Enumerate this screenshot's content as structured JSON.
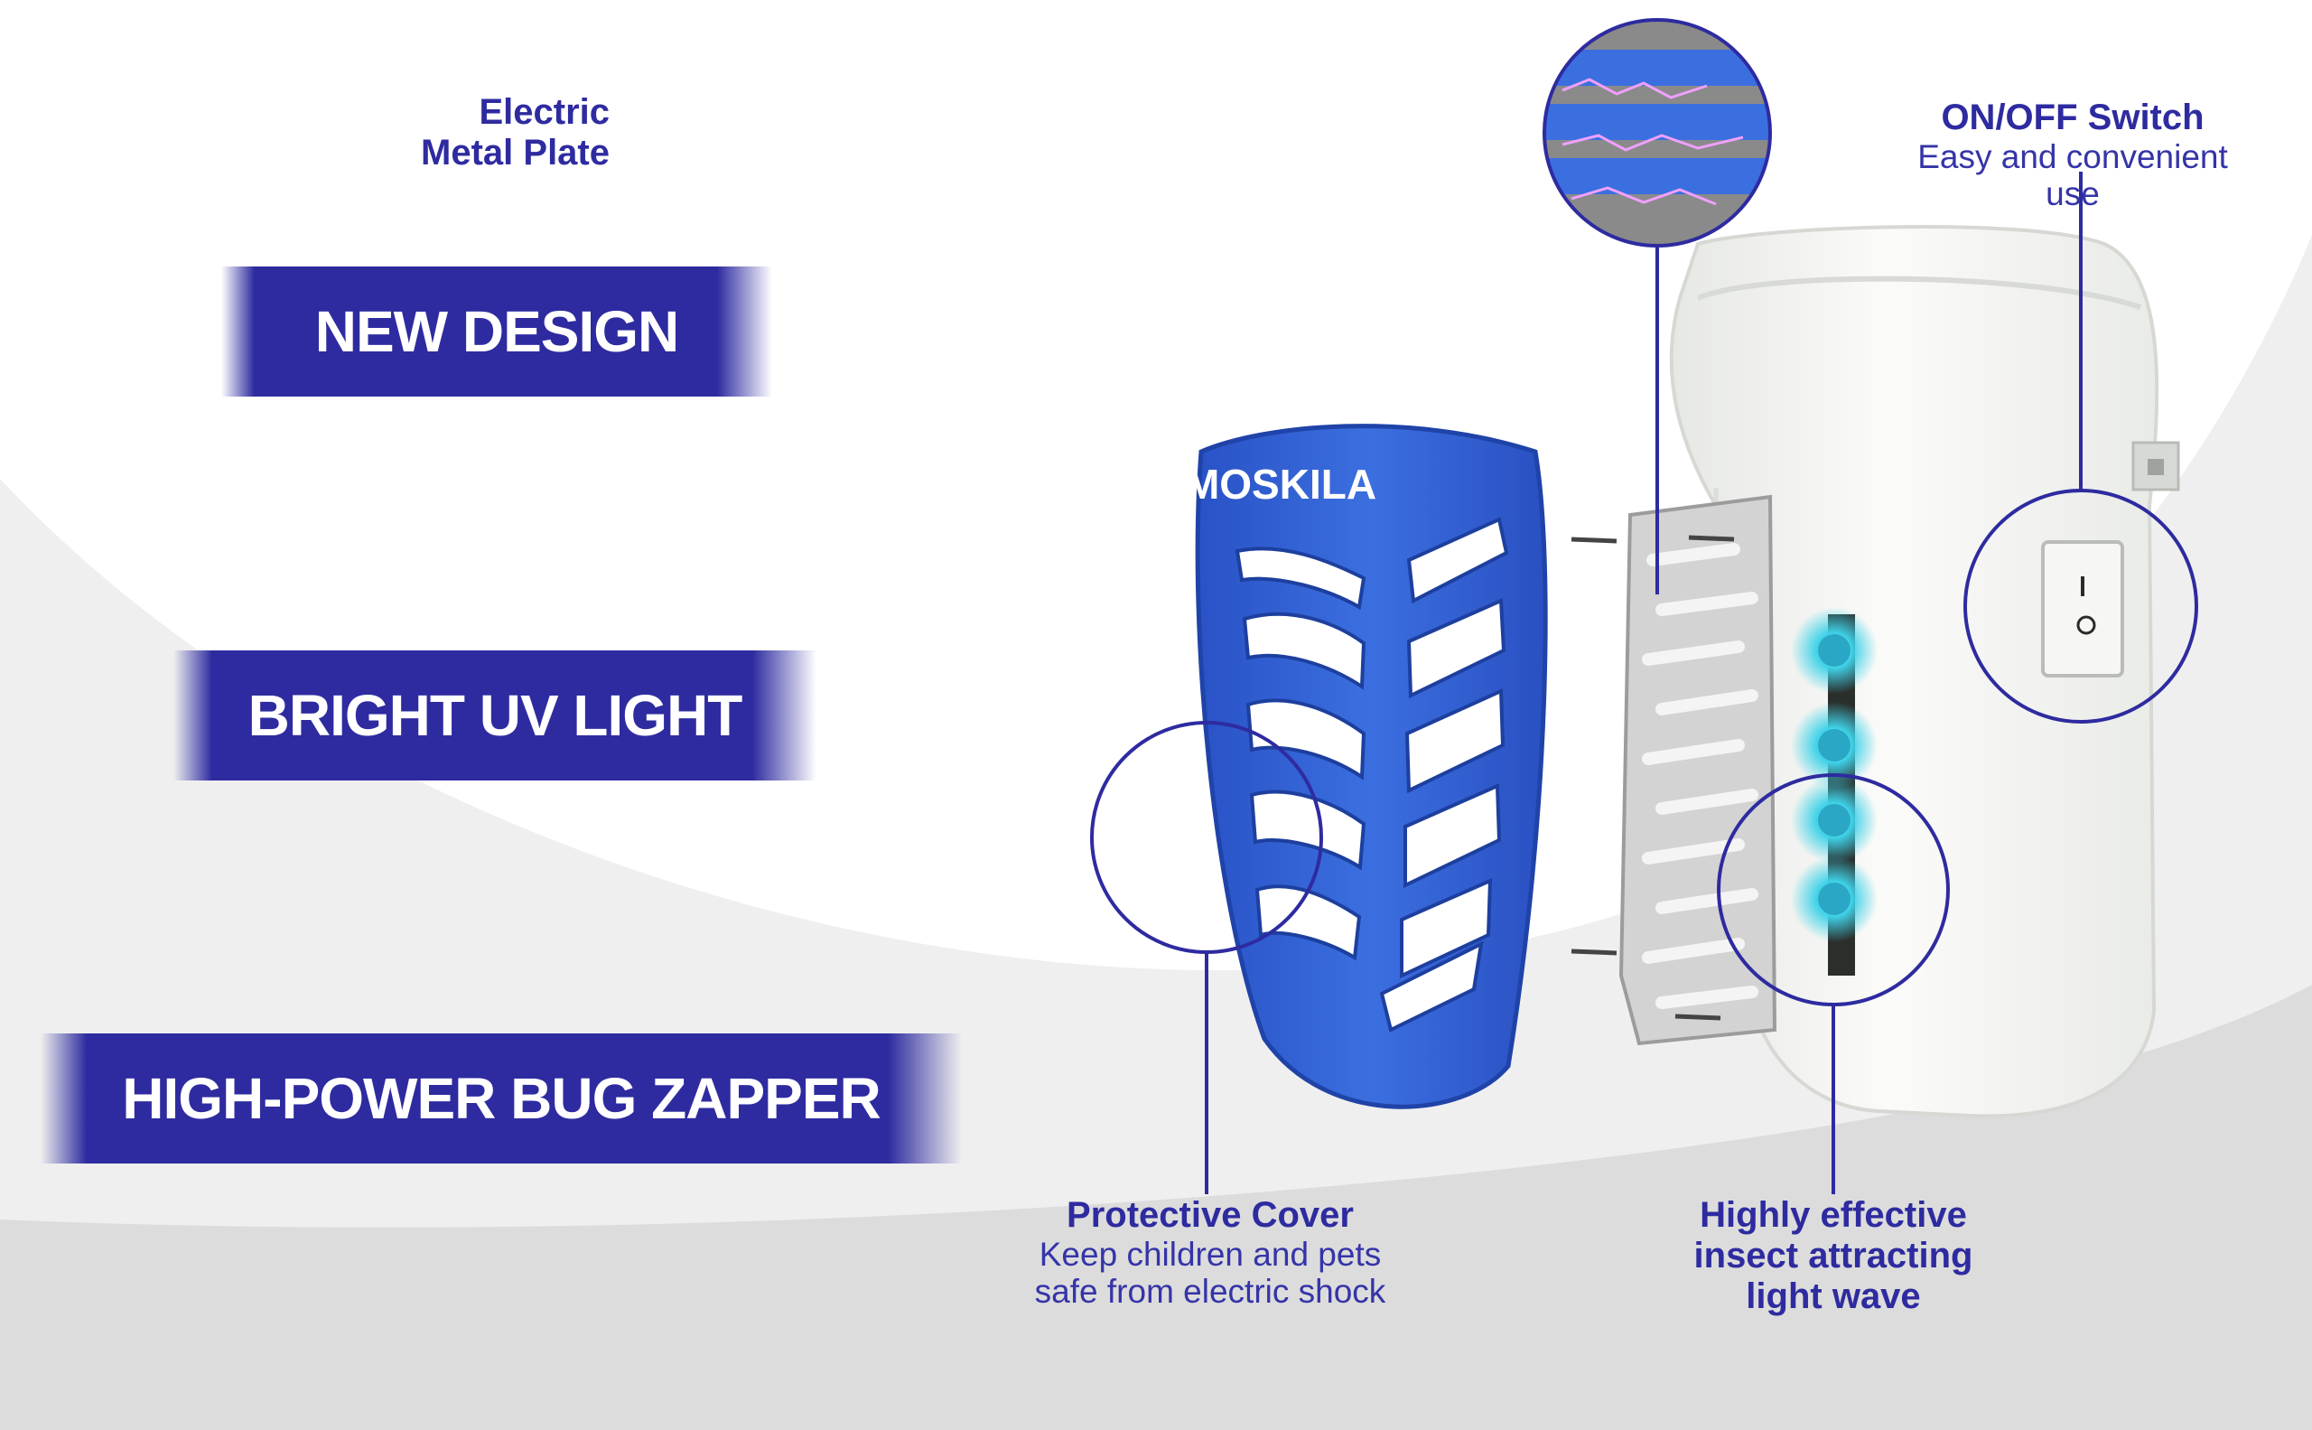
{
  "banners": {
    "new_design": "NEW DESIGN",
    "bright_uv": "BRIGHT UV LIGHT",
    "bug_zapper": "HIGH-POWER BUG ZAPPER"
  },
  "product": {
    "brand": "MOSKILA"
  },
  "callouts": {
    "plate": {
      "line1": "Electric",
      "line2": "Metal Plate"
    },
    "switch": {
      "title": "ON/OFF Switch",
      "subtitle": "Easy and convenient use"
    },
    "cover": {
      "title": "Protective Cover",
      "line1": "Keep children and pets",
      "line2": "safe from electric shock"
    },
    "light": {
      "line1": "Highly effective",
      "line2": "insect attracting",
      "line3": "light wave"
    }
  },
  "colors": {
    "brand_blue": "#2e2ba0",
    "cover_blue": "#2f5fd0",
    "uv_glow": "#3fd2e8",
    "housing": "#f3f4f1"
  }
}
